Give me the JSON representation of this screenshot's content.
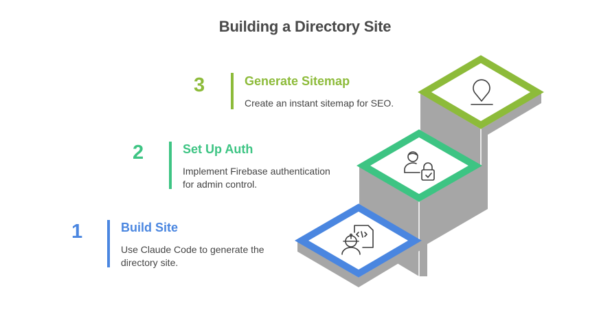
{
  "title": "Building a Directory Site",
  "colors": {
    "step1": "#4a86e0",
    "step2": "#3dc483",
    "step3": "#8dbb3a",
    "side": "#a6a6a6",
    "icon": "#3d3d3d",
    "text": "#444444",
    "title": "#484848"
  },
  "steps": [
    {
      "number": "1",
      "heading": "Build Site",
      "description_line1": "Use Claude Code to generate the",
      "description_line2": "directory site.",
      "icon": "developer-code-icon"
    },
    {
      "number": "2",
      "heading": "Set Up Auth",
      "description_line1": "Implement Firebase authentication",
      "description_line2": "for admin control.",
      "icon": "user-lock-icon"
    },
    {
      "number": "3",
      "heading": "Generate Sitemap",
      "description_line1": "Create an instant sitemap for SEO.",
      "description_line2": "",
      "icon": "location-pin-icon"
    }
  ]
}
